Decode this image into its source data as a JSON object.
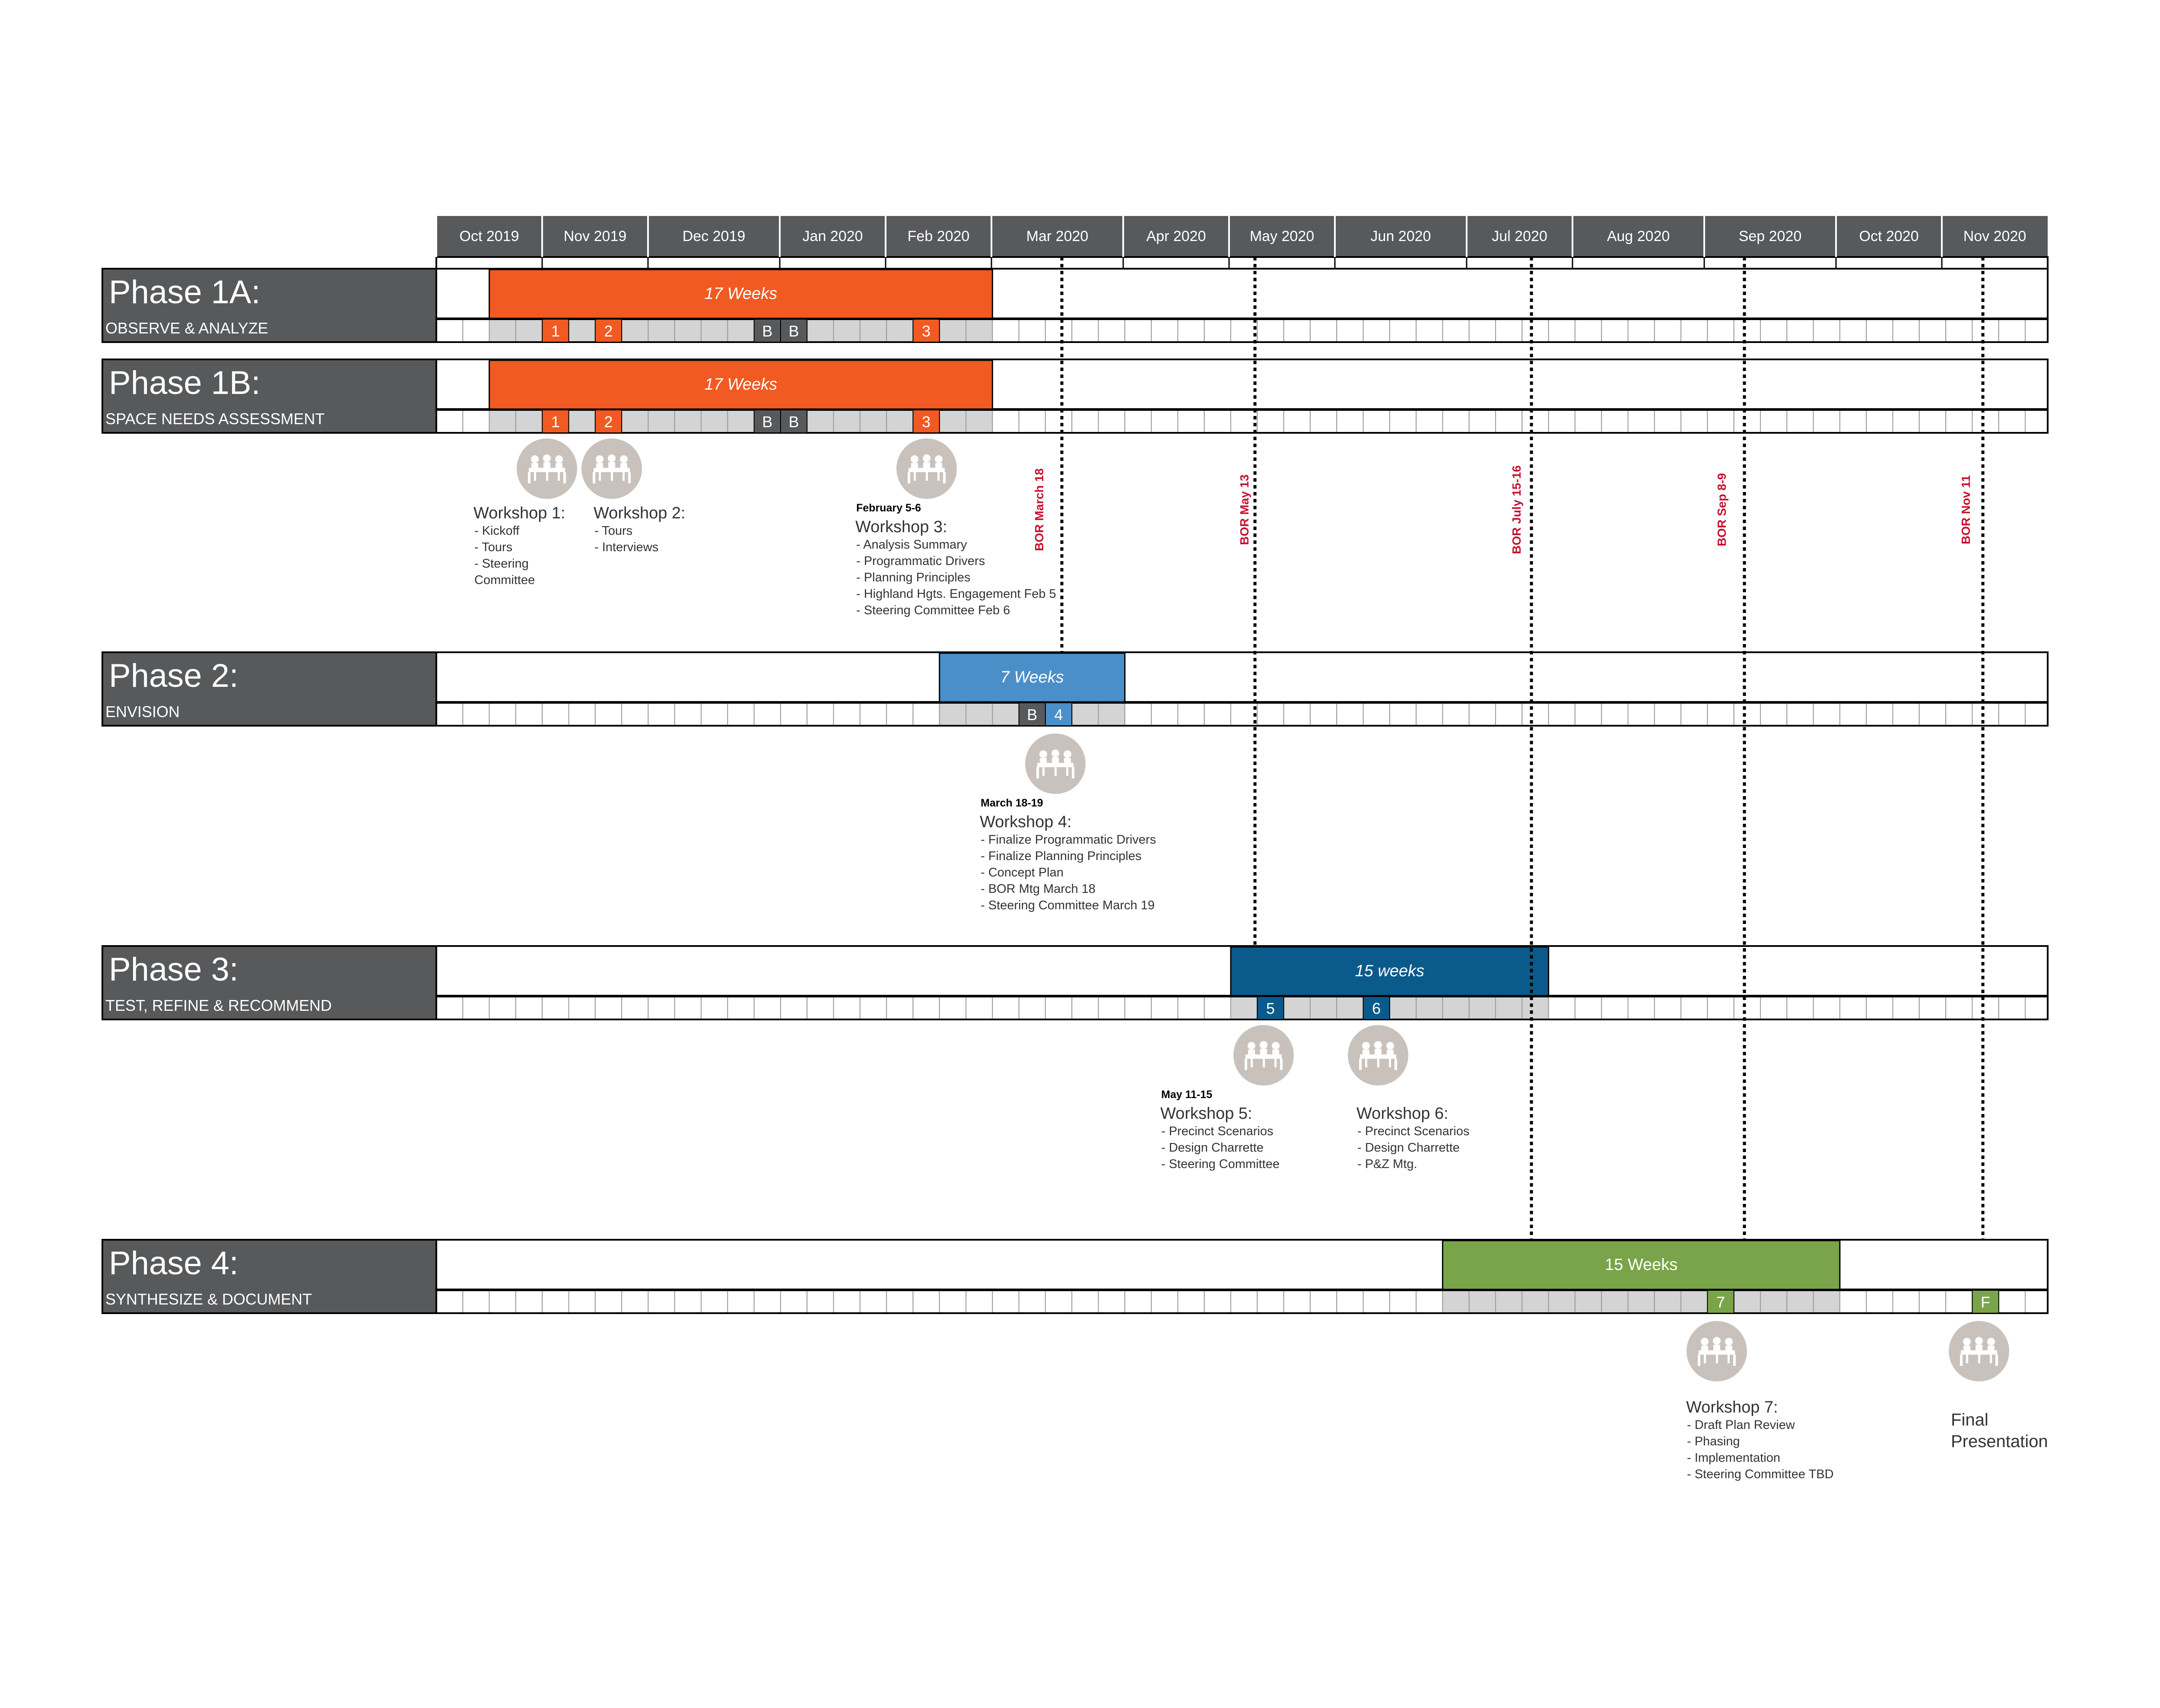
{
  "months": [
    "Oct 2019",
    "Nov 2019",
    "Dec 2019",
    "Jan 2020",
    "Feb 2020",
    "Mar 2020",
    "Apr 2020",
    "May 2020",
    "Jun 2020",
    "Jul 2020",
    "Aug 2020",
    "Sep 2020",
    "Oct 2020",
    "Nov 2020"
  ],
  "colors": {
    "header_bg": "#58595b",
    "orange": "#f15a22",
    "light_blue": "#4a8fc8",
    "dark_blue": "#0b5a8c",
    "green": "#7aa44a",
    "cell_fill": "#d4d4d4",
    "b_cell": "#58595b",
    "bor_red": "#c8102e",
    "workshop_circle": "#c9c2bc"
  },
  "phases": [
    {
      "title": "Phase 1A:",
      "subtitle": "OBSERVE & ANALYZE",
      "bar_label": "17 Weeks",
      "bar_color": "orange",
      "week_start": 2,
      "week_end": 21,
      "markers": [
        {
          "week": 4,
          "label": "1",
          "type": "color"
        },
        {
          "week": 6,
          "label": "2",
          "type": "color"
        },
        {
          "week": 12,
          "label": "B",
          "type": "b"
        },
        {
          "week": 13,
          "label": "B",
          "type": "b"
        },
        {
          "week": 18,
          "label": "3",
          "type": "color"
        }
      ]
    },
    {
      "title": "Phase 1B:",
      "subtitle": "SPACE NEEDS ASSESSMENT",
      "bar_label": "17 Weeks",
      "bar_color": "orange",
      "week_start": 2,
      "week_end": 21,
      "markers": [
        {
          "week": 4,
          "label": "1",
          "type": "color"
        },
        {
          "week": 6,
          "label": "2",
          "type": "color"
        },
        {
          "week": 12,
          "label": "B",
          "type": "b"
        },
        {
          "week": 13,
          "label": "B",
          "type": "b"
        },
        {
          "week": 18,
          "label": "3",
          "type": "color"
        }
      ]
    },
    {
      "title": "Phase 2:",
      "subtitle": "ENVISION",
      "bar_label": "7 Weeks",
      "bar_color": "light_blue",
      "week_start": 19,
      "week_end": 26,
      "markers": [
        {
          "week": 22,
          "label": "B",
          "type": "b"
        },
        {
          "week": 23,
          "label": "4",
          "type": "color"
        }
      ]
    },
    {
      "title": "Phase 3:",
      "subtitle": "TEST, REFINE & RECOMMEND",
      "bar_label": "15 weeks",
      "bar_color": "dark_blue",
      "week_start": 30,
      "week_end": 42,
      "markers": [
        {
          "week": 31,
          "label": "5",
          "type": "color"
        },
        {
          "week": 35,
          "label": "6",
          "type": "color"
        }
      ]
    },
    {
      "title": "Phase 4:",
      "subtitle": "SYNTHESIZE & DOCUMENT",
      "bar_label": "15 Weeks",
      "bar_color": "green",
      "week_start": 38,
      "week_end": 53,
      "markers": [
        {
          "week": 48,
          "label": "7",
          "type": "color"
        },
        {
          "week": 58,
          "label": "F",
          "type": "color"
        }
      ]
    }
  ],
  "bor_meetings": [
    "BOR March 18",
    "BOR May 13",
    "BOR July 15-16",
    "BOR Sep 8-9",
    "BOR Nov 11"
  ],
  "workshops": [
    {
      "date": "",
      "title": "Workshop 1:",
      "items": [
        "- Kickoff",
        "- Tours",
        "- Steering",
        "Committee"
      ]
    },
    {
      "date": "",
      "title": "Workshop 2:",
      "items": [
        "- Tours",
        "- Interviews"
      ]
    },
    {
      "date": "February 5-6",
      "title": "Workshop 3:",
      "items": [
        "- Analysis Summary",
        "- Programmatic Drivers",
        "- Planning Principles",
        "- Highland Hgts. Engagement Feb 5",
        "- Steering Committee Feb 6"
      ]
    },
    {
      "date": "March 18-19",
      "title": "Workshop 4:",
      "items": [
        "- Finalize Programmatic Drivers",
        "- Finalize Planning Principles",
        "- Concept Plan",
        "- BOR Mtg March 18",
        "- Steering Committee March 19"
      ]
    },
    {
      "date": "May 11-15",
      "title": "Workshop 5:",
      "items": [
        "- Precinct Scenarios",
        "- Design Charrette",
        "- Steering Committee"
      ]
    },
    {
      "date": "",
      "title": "Workshop 6:",
      "items": [
        "- Precinct Scenarios",
        "- Design Charrette",
        "- P&Z Mtg."
      ]
    },
    {
      "date": "",
      "title": "Workshop 7:",
      "items": [
        "- Draft Plan Review",
        "- Phasing",
        "- Implementation",
        "- Steering Committee TBD"
      ]
    },
    {
      "date": "",
      "title": "Final",
      "items": [
        "Presentation"
      ]
    }
  ]
}
